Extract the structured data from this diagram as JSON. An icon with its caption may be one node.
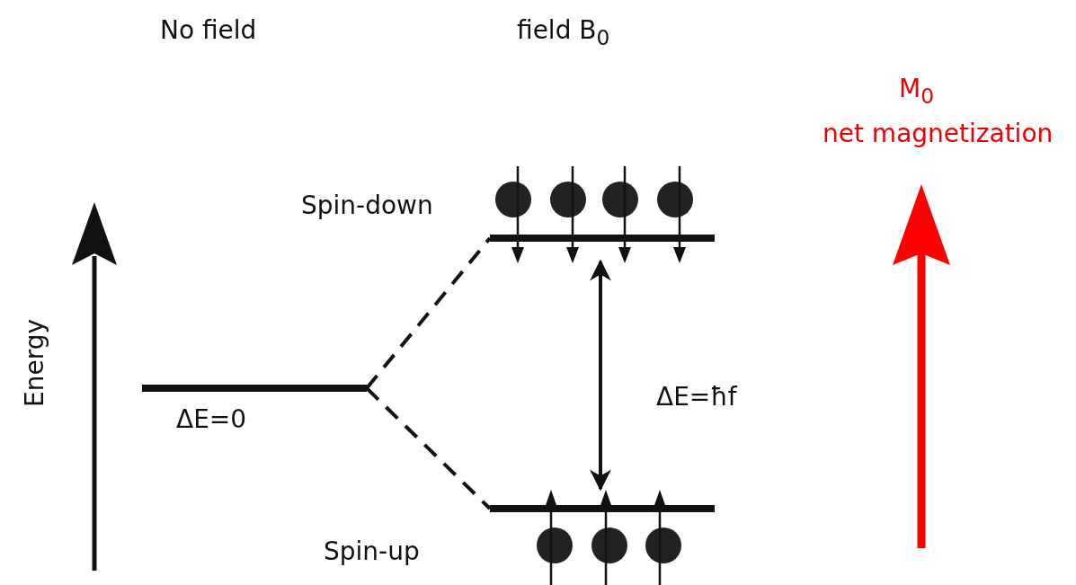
{
  "diagram": {
    "nodes": [
      {
        "text": [],
        "shape": "bar",
        "beside": [
          "ΔE=0"
        ]
      },
      {
        "text": [],
        "shape": "bar",
        "beside": [
          "Spin-down"
        ]
      },
      {
        "text": [],
        "shape": "bar",
        "beside": [
          "Spin-up"
        ]
      }
    ],
    "edges": [
      {
        "from": 0,
        "to": 1,
        "arrow": "none",
        "style": "dashed"
      },
      {
        "from": 0,
        "to": 2,
        "arrow": "none",
        "style": "dashed"
      },
      {
        "from": 1,
        "to": 2,
        "arrow": "both",
        "label": "ΔE=ħf"
      }
    ],
    "labels": [
      "No field",
      "field B$_{0}$",
      "M$_{0}$",
      "net magnetization",
      "Energy"
    ]
  }
}
